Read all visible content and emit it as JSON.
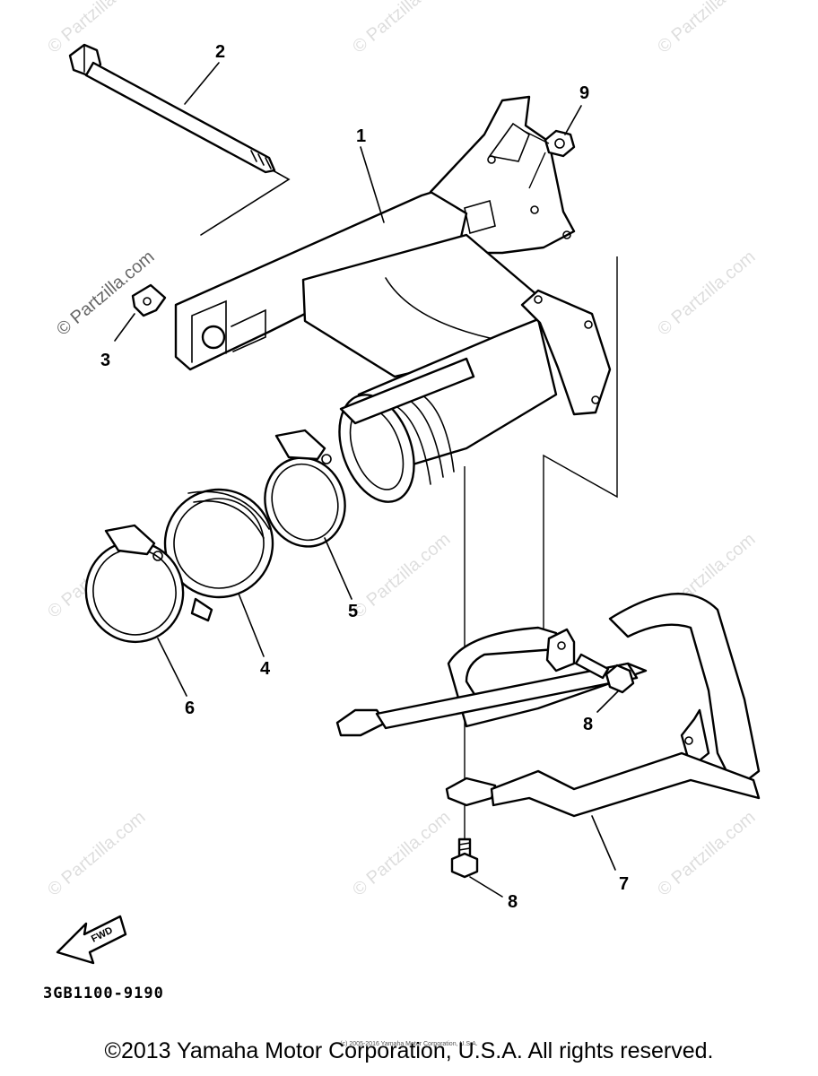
{
  "callouts": {
    "c1": "1",
    "c2": "2",
    "c3": "3",
    "c4": "4",
    "c5": "5",
    "c6": "6",
    "c7": "7",
    "c8a": "8",
    "c8b": "8",
    "c9": "9"
  },
  "watermark": "© Partzilla.com",
  "fwd_label": "FWD",
  "diagram_code": "3GB1100-9190",
  "footer_copyright": "©2013 Yamaha Motor Corporation, U.S.A. All rights reserved.",
  "small_copyright": "(c) 2005-2016 Yamaha Motor Corporation, U.S.A."
}
